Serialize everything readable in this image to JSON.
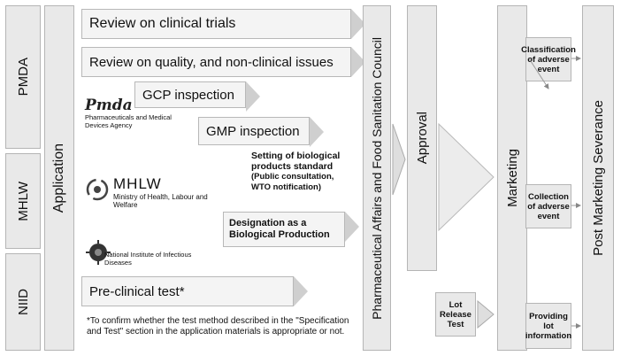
{
  "agencies": {
    "pmda": "PMDA",
    "mhlw": "MHLW",
    "niid": "NIID"
  },
  "application": "Application",
  "steps": {
    "review_trials": "Review on clinical trials",
    "review_quality": "Review on quality, and non-clinical issues",
    "gcp": "GCP inspection",
    "gmp": "GMP inspection",
    "setting_title": "Setting of biological products standard",
    "setting_detail": "(Public consultation, WTO notification)",
    "designation": "Designation as a Biological Production",
    "preclinical": "Pre-clinical test*"
  },
  "footnote": "*To confirm whether the test method described in the \"Specification and Test\" section in the application materials is appropriate or not.",
  "logos": {
    "pmda_mark": "Pmda",
    "pmda_name": "Pharmaceuticals and Medical Devices Agency",
    "mhlw_mark": "MHLW",
    "mhlw_name": "Ministry of Health, Labour and Welfare",
    "niid_name": "National Institute of Infectious Diseases"
  },
  "council": "Pharmaceutical Affairs and Food Sanitation Council",
  "approval": "Approval",
  "lot_release": "Lot Release Test",
  "marketing": "Marketing",
  "post_marketing": {
    "classification": "Classification of adverse event",
    "collection": "Collection of adverse event",
    "providing": "Providing lot information"
  },
  "severance": "Post Marketing Severance"
}
